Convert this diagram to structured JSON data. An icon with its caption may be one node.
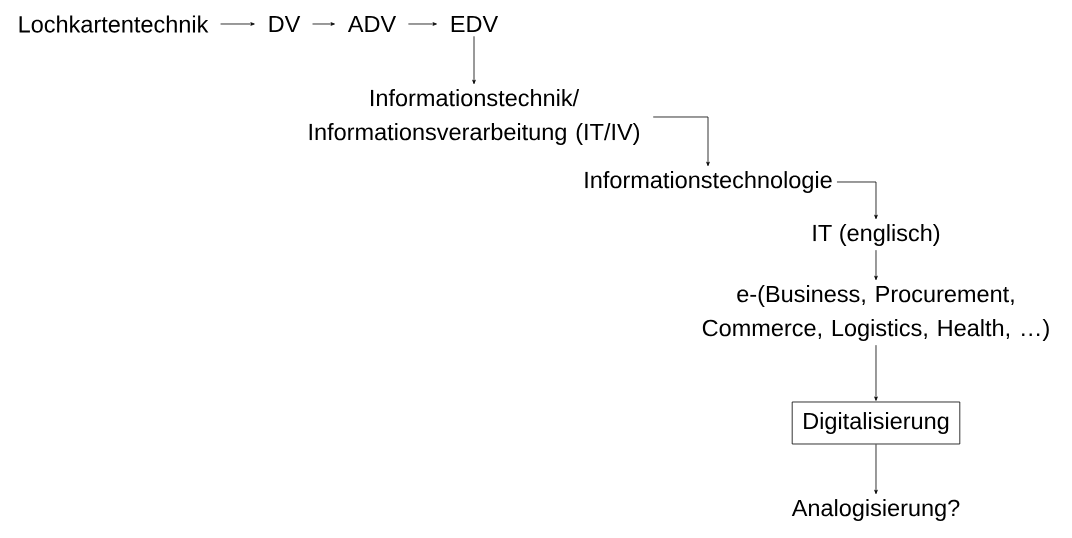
{
  "diagram": {
    "nodes": [
      {
        "text": [
          "Lochkartentechnik"
        ]
      },
      {
        "text": [
          "DV"
        ]
      },
      {
        "text": [
          "ADV"
        ]
      },
      {
        "text": [
          "EDV"
        ]
      },
      {
        "text": [
          "Informationstechnik/ Informationsverarbeitung (IT/IV)"
        ]
      },
      {
        "text": [
          "Informationstechnologie"
        ]
      },
      {
        "text": [
          "IT (englisch)"
        ]
      },
      {
        "text": [
          "e-(Business, Procurement, Commerce, Logistics, Health, …)"
        ]
      },
      {
        "text": [
          "Digitalisierung"
        ]
      },
      {
        "text": [
          "Analogisierung?"
        ]
      }
    ],
    "edges": [
      {
        "from": 0,
        "to": 1,
        "arrow": "to"
      },
      {
        "from": 1,
        "to": 2,
        "arrow": "to"
      },
      {
        "from": 2,
        "to": 3,
        "arrow": "to"
      },
      {
        "from": 3,
        "to": 4,
        "arrow": "to"
      },
      {
        "from": 4,
        "to": 5,
        "arrow": "to"
      },
      {
        "from": 5,
        "to": 6,
        "arrow": "to"
      },
      {
        "from": 6,
        "to": 7,
        "arrow": "to"
      },
      {
        "from": 7,
        "to": 8,
        "arrow": "to"
      },
      {
        "from": 8,
        "to": 9,
        "arrow": "to"
      }
    ]
  }
}
